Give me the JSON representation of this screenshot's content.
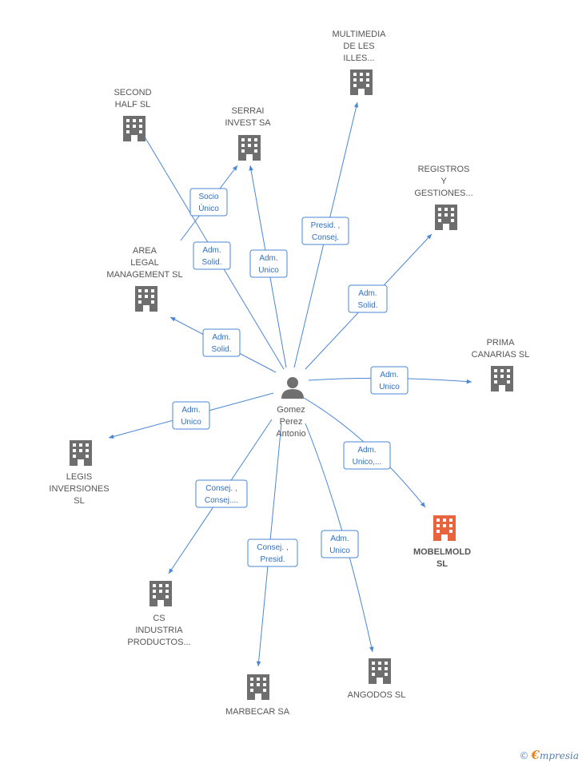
{
  "colors": {
    "edge": "#4a86d6",
    "building": "#6e6e6e",
    "focus_building": "#e8643c",
    "person": "#707070"
  },
  "person": {
    "name_lines": [
      "Gomez",
      "Perez",
      "Antonio"
    ],
    "icon": "person-icon"
  },
  "companies": [
    {
      "id": "second-half-sl",
      "lines": [
        "SECOND",
        "HALF SL"
      ],
      "focus": false,
      "icon": "building-icon"
    },
    {
      "id": "serrai-invest-sa",
      "lines": [
        "SERRAI",
        "INVEST SA"
      ],
      "focus": false,
      "icon": "building-icon"
    },
    {
      "id": "multimedia-de-les-illes",
      "lines": [
        "MULTIMEDIA",
        "DE LES",
        "ILLES..."
      ],
      "focus": false,
      "icon": "building-icon"
    },
    {
      "id": "registros-y-gestiones",
      "lines": [
        "REGISTROS",
        "Y",
        "GESTIONES..."
      ],
      "focus": false,
      "icon": "building-icon"
    },
    {
      "id": "area-legal-management-sl",
      "lines": [
        "AREA",
        "LEGAL",
        "MANAGEMENT SL"
      ],
      "focus": false,
      "icon": "building-icon"
    },
    {
      "id": "prima-canarias-sl",
      "lines": [
        "PRIMA",
        "CANARIAS SL"
      ],
      "focus": false,
      "icon": "building-icon"
    },
    {
      "id": "legis-inversiones-sl",
      "lines": [
        "LEGIS",
        "INVERSIONES",
        "SL"
      ],
      "focus": false,
      "icon": "building-icon"
    },
    {
      "id": "mobelmold-sl",
      "lines": [
        "MOBELMOLD",
        "SL"
      ],
      "focus": true,
      "icon": "building-icon"
    },
    {
      "id": "cs-industria-productos",
      "lines": [
        "CS",
        "INDUSTRIA",
        "PRODUCTOS..."
      ],
      "focus": false,
      "icon": "building-icon"
    },
    {
      "id": "marbecar-sa",
      "lines": [
        "MARBECAR SA"
      ],
      "focus": false,
      "icon": "building-icon"
    },
    {
      "id": "angodos-sl",
      "lines": [
        "ANGODOS SL"
      ],
      "focus": false,
      "icon": "building-icon"
    }
  ],
  "roles": [
    {
      "id": "role-area-to-serrai",
      "lines": [
        "Socio",
        "Único"
      ]
    },
    {
      "id": "role-second-half",
      "lines": [
        "Adm.",
        "Solid."
      ]
    },
    {
      "id": "role-serrai",
      "lines": [
        "Adm.",
        "Unico"
      ]
    },
    {
      "id": "role-multimedia",
      "lines": [
        "Presid. ,",
        "Consej."
      ]
    },
    {
      "id": "role-registros",
      "lines": [
        "Adm.",
        "Solid."
      ]
    },
    {
      "id": "role-area-legal",
      "lines": [
        "Adm.",
        "Solid."
      ]
    },
    {
      "id": "role-prima",
      "lines": [
        "Adm.",
        "Unico"
      ]
    },
    {
      "id": "role-legis",
      "lines": [
        "Adm.",
        "Unico"
      ]
    },
    {
      "id": "role-mobelmold",
      "lines": [
        "Adm.",
        "Unico,..."
      ]
    },
    {
      "id": "role-cs",
      "lines": [
        "Consej. ,",
        "Consej...."
      ]
    },
    {
      "id": "role-marbecar",
      "lines": [
        "Consej. ,",
        "Presid."
      ]
    },
    {
      "id": "role-angodos",
      "lines": [
        "Adm.",
        "Unico"
      ]
    }
  ],
  "brand": {
    "copyright": "©",
    "initial": "€",
    "name": "mpresia"
  }
}
